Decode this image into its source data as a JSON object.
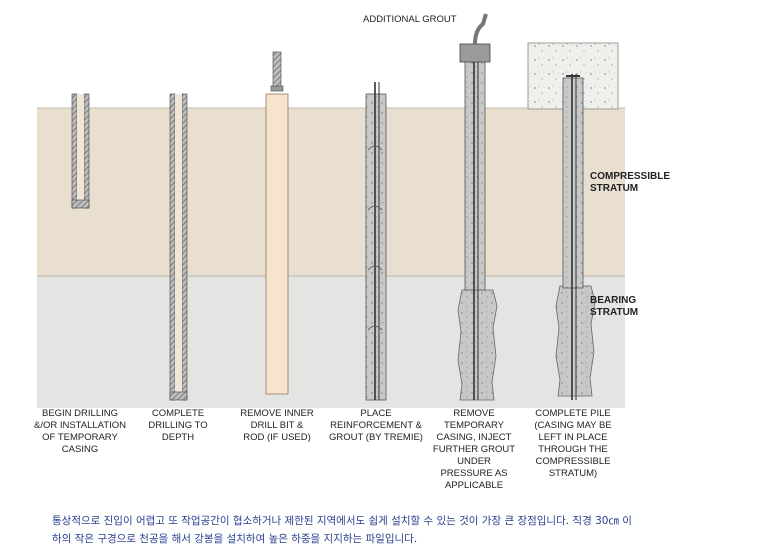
{
  "diagram": {
    "additional_grout_label": "ADDITIONAL GROUT",
    "compressible_label": "COMPRESSIBLE\nSTRATUM",
    "bearing_label": "BEARING\nSTRATUM",
    "steps": [
      "BEGIN DRILLING\n&/OR INSTALLATION\nOF TEMPORARY\nCASING",
      "COMPLETE\nDRILLING TO\nDEPTH",
      "REMOVE INNER\nDRILL BIT &\nROD (IF USED)",
      "PLACE\nREINFORCEMENT &\nGROUT (BY TREMIE)",
      "REMOVE\nTEMPORARY\nCASING, INJECT\nFURTHER GROUT\nUNDER\nPRESSURE AS\nAPPLICABLE",
      "COMPLETE PILE\n(CASING MAY BE\nLEFT IN PLACE\nTHROUGH THE\nCOMPRESSIBLE\nSTRATUM)"
    ]
  },
  "caption": {
    "line1": "통상적으로 진입이 어렵고 또 작업공간이 협소하거나 제한된 지역에서도 쉽게 설치할 수 있는 것이 가장 큰 장점입니다.  직경 30㎝ 이",
    "line2": "하의 작은 구경으로 천공을 해서 강봉을 설치하여 높은 하중을 지지하는 파일입니다."
  },
  "colors": {
    "compressible_stratum": "#e8dfd1",
    "bearing_stratum": "#e4e4e2",
    "casing": "#8a8a8a",
    "grout": "#c9c9c9",
    "drill_rod": "#f6e4cc"
  }
}
